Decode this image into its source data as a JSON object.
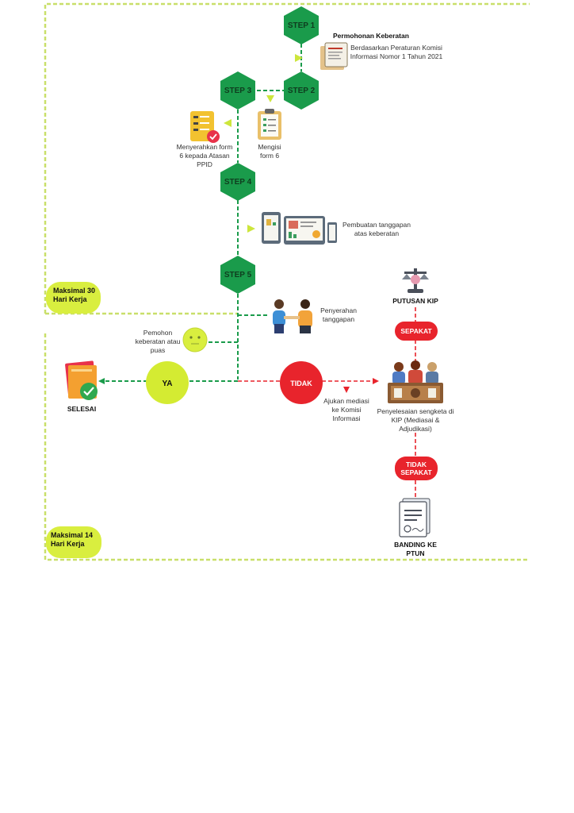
{
  "steps": [
    "STEP 1",
    "STEP 2",
    "STEP 3",
    "STEP 4",
    "STEP 5"
  ],
  "texts": {
    "permohonan_title": "Permohonan Keberatan",
    "permohonan_desc": "Berdasarkan Peraturan Komisi Informasi Nomor 1 Tahun 2021",
    "mengisi": "Mengisi form 6",
    "menyerahkan": "Menyerahkan form 6 kepada Atasan PPID",
    "pembuatan": "Pembuatan tanggapan atas keberatan",
    "penyerahan": "Penyerahan tanggapan",
    "pemohon_puas": "Pemohon keberatan atau puas",
    "ya": "YA",
    "tidak": "TIDAK",
    "selesai": "SELESAI",
    "ajukan": "Ajukan mediasi ke Komisi Informasi",
    "putusan_kip": "PUTUSAN KIP",
    "sepakat": "SEPAKAT",
    "penyelesaian": "Penyelesaian sengketa di KIP (Mediasai & Adjudikasi)",
    "tidak_sepakat": "TIDAK SEPAKAT",
    "banding": "BANDING KE PTUN",
    "maks30": "Maksimal 30 Hari Kerja",
    "maks14": "Maksimal 14 Hari Kerja"
  },
  "icons": [
    "document-stack-icon",
    "checklist-clipboard-icon",
    "approved-document-icon",
    "monitor-charts-icon",
    "handshake-people-icon",
    "neutral-face-icon",
    "completed-folder-icon",
    "justice-scale-icon",
    "court-panel-icon",
    "court-document-icon"
  ],
  "colors": {
    "green": "#1a9b4b",
    "lime": "#d9ee3f",
    "red": "#e8242c",
    "border": "#c8e06a"
  }
}
